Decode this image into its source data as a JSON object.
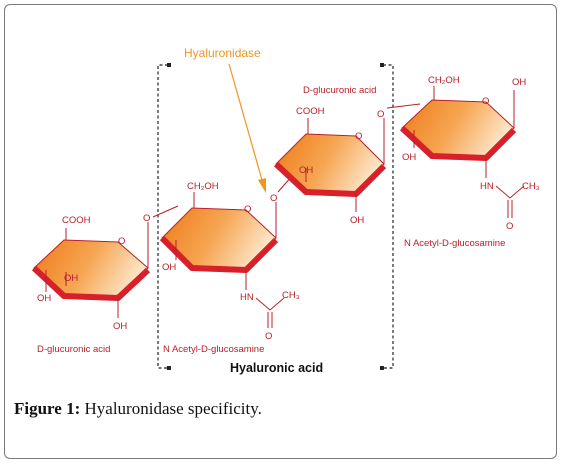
{
  "enzyme_label": "Hyaluronidase",
  "polymer_label": "Hyaluronic acid",
  "caption": {
    "prefix": "Figure 1:",
    "text": " Hyaluronidase specificity."
  },
  "units": {
    "u1": {
      "name": "D-glucuronic acid",
      "cooh": "COOH",
      "oh_a": "OH",
      "oh_b": "OH",
      "oh_c": "OH",
      "ring_o": "O"
    },
    "link1": "O",
    "u2": {
      "name": "N Acetyl-D-glucosamine",
      "ch2oh": "CH₂OH",
      "oh": "OH",
      "hn": "HN",
      "ch3": "CH₃",
      "carbonyl_o": "O",
      "ring_o": "O"
    },
    "link2": "O",
    "u3": {
      "name": "D-glucuronic acid",
      "cooh": "COOH",
      "oh_a": "OH",
      "oh_b": "OH",
      "ring_o": "O"
    },
    "link3": "O",
    "u4": {
      "name": "N Acetyl-D-glucosamine",
      "ch2oh": "CH₂OH",
      "oh_top": "OH",
      "oh": "OH",
      "hn": "HN",
      "ch3": "CH₃",
      "carbonyl_o": "O",
      "ring_o": "O"
    }
  },
  "colors": {
    "ring_dark": "#d8202a",
    "ring_light": "#f08a22",
    "line": "#b8202a",
    "enzyme": "#f0961e"
  }
}
